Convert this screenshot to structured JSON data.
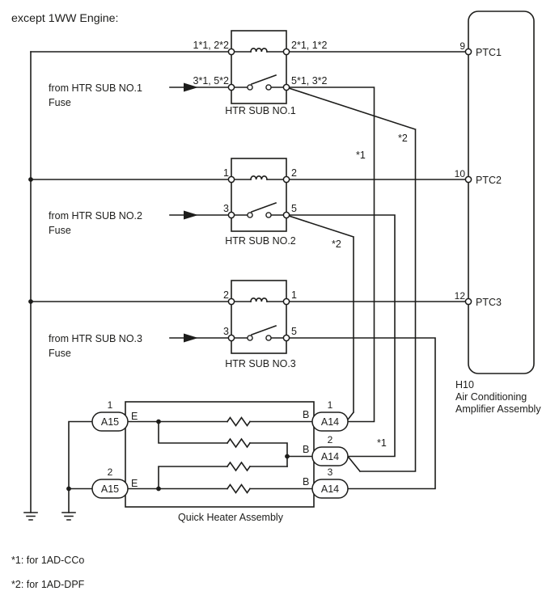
{
  "title": "except 1WW Engine:",
  "colors": {
    "line": "#1d1d1b",
    "background": "#ffffff"
  },
  "relays": [
    {
      "name": "HTR SUB NO.1",
      "pins": {
        "coil_left": "1*1, 2*2",
        "coil_right": "2*1, 1*2",
        "switch_left": "3*1, 5*2",
        "switch_right": "5*1, 3*2"
      },
      "feed": {
        "line1": "from HTR SUB NO.1",
        "line2": "Fuse"
      }
    },
    {
      "name": "HTR SUB NO.2",
      "pins": {
        "coil_left": "1",
        "coil_right": "2",
        "switch_left": "3",
        "switch_right": "5"
      },
      "feed": {
        "line1": "from HTR SUB NO.2",
        "line2": "Fuse"
      }
    },
    {
      "name": "HTR SUB NO.3",
      "pins": {
        "coil_left": "2",
        "coil_right": "1",
        "switch_left": "3",
        "switch_right": "5"
      },
      "feed": {
        "line1": "from HTR SUB NO.3",
        "line2": "Fuse"
      }
    }
  ],
  "amplifier": {
    "id": "H10",
    "name_line1": "Air Conditioning",
    "name_line2": "Amplifier Assembly",
    "pins": [
      {
        "number": "9",
        "name": "PTC1"
      },
      {
        "number": "10",
        "name": "PTC2"
      },
      {
        "number": "12",
        "name": "PTC3"
      }
    ]
  },
  "heater": {
    "name": "Quick Heater Assembly",
    "left_connectors": [
      {
        "number": "1",
        "label": "A15",
        "terminal": "E"
      },
      {
        "number": "2",
        "label": "A15",
        "terminal": "E"
      }
    ],
    "right_connectors": [
      {
        "number": "1",
        "label": "A14",
        "terminal": "B"
      },
      {
        "number": "2",
        "label": "A14",
        "terminal": "B"
      },
      {
        "number": "3",
        "label": "A14",
        "terminal": "B"
      }
    ]
  },
  "wire_tags": {
    "relay1_route1": "*1",
    "relay1_route2": "*2",
    "relay2_route1": "*1",
    "relay2_route2": "*2"
  },
  "notes": [
    "*1: for 1AD-CCo",
    "*2: for 1AD-DPF"
  ]
}
